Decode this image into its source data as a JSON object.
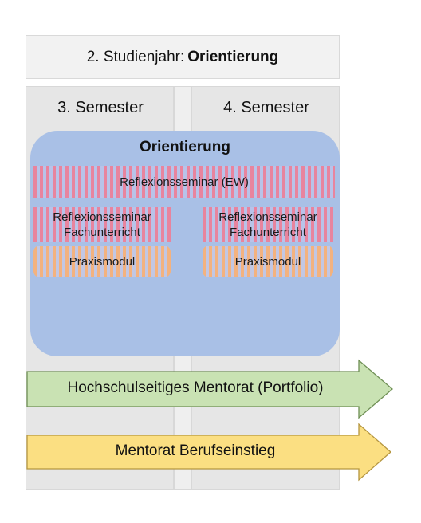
{
  "header": {
    "prefix": "2. Studienjahr:",
    "bold": "Orientierung"
  },
  "columns": [
    {
      "label": "3. Semester"
    },
    {
      "label": "4. Semester"
    }
  ],
  "orientation_box": {
    "title": "Orientierung",
    "modules": {
      "full_width": "Reflexionsseminar (EW)",
      "left": {
        "seminar_line1": "Reflexionsseminar",
        "seminar_line2": "Fachunterricht",
        "praxis": "Praxismodul"
      },
      "right": {
        "seminar_line1": "Reflexionsseminar",
        "seminar_line2": "Fachunterricht",
        "praxis": "Praxismodul"
      }
    }
  },
  "arrows": [
    {
      "label": "Hochschulseitiges Mentorat (Portfolio)",
      "fill": "#c9e2b3",
      "stroke": "#6f8f55"
    },
    {
      "label": "Mentorat Berufseinstieg",
      "fill": "#fbdf82",
      "stroke": "#b59640"
    }
  ],
  "colors": {
    "orientation_fill": "#a9c0e6",
    "seminar_stripe": "#e8849e",
    "praxis_stripe": "#f3b27f",
    "column_fill": "#e6e6e6"
  }
}
